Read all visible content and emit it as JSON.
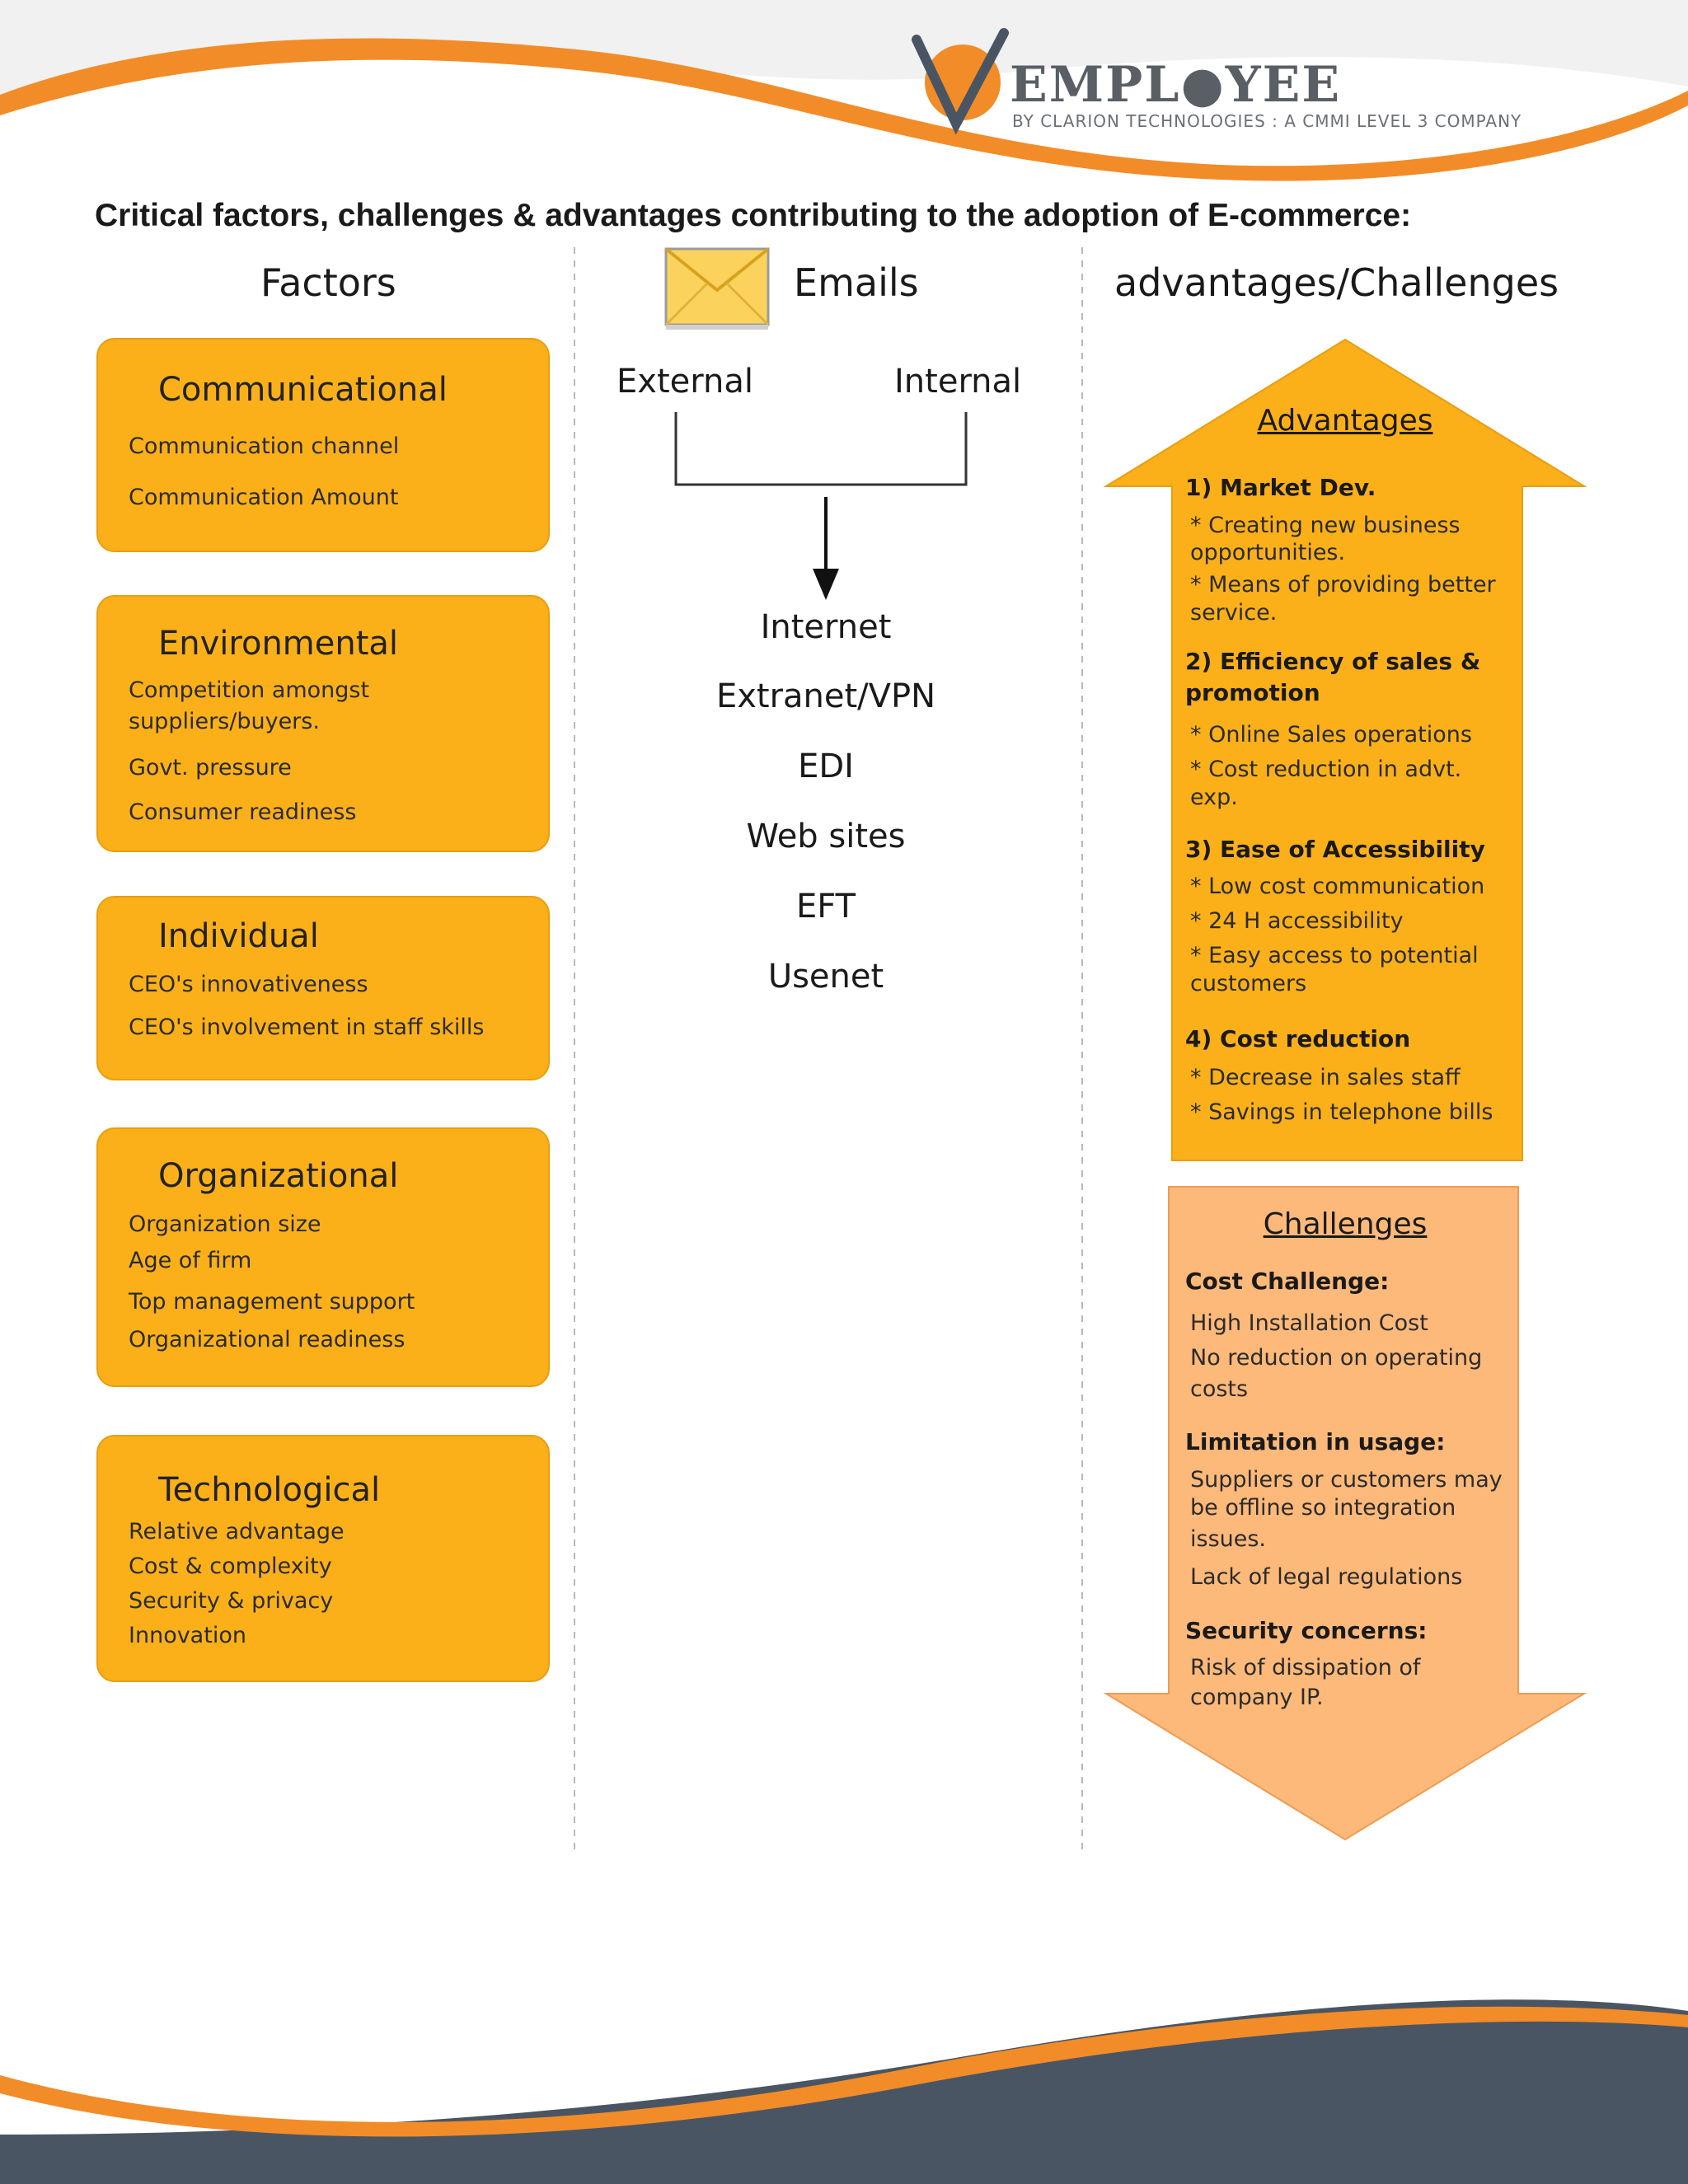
{
  "header": {
    "logo_text": "EMPL●YEE",
    "logo_tagline": "BY CLARION TECHNOLOGIES : A CMMI LEVEL 3 COMPANY"
  },
  "title": "Critical factors, challenges & advantages contributing to the adoption of E-commerce:",
  "factors": {
    "heading": "Factors",
    "boxes": [
      {
        "title": "Communicational",
        "items": [
          "Communication channel",
          "Communication Amount"
        ]
      },
      {
        "title": "Environmental",
        "items": [
          "Competition amongst",
          "suppliers/buyers.",
          "Govt. pressure",
          "Consumer readiness"
        ]
      },
      {
        "title": "Individual",
        "items": [
          "CEO's innovativeness",
          "CEO's involvement in staff skills"
        ]
      },
      {
        "title": "Organizational",
        "items": [
          "Organization size",
          "Age of firm",
          "Top management support",
          "Organizational readiness"
        ]
      },
      {
        "title": "Technological",
        "items": [
          "Relative advantage",
          "Cost & complexity",
          "Security & privacy",
          "Innovation"
        ]
      }
    ]
  },
  "emails": {
    "heading": "Emails",
    "external_label": "External",
    "internal_label": "Internal",
    "channels": [
      "Internet",
      "Extranet/VPN",
      "EDI",
      "Web sites",
      "EFT",
      "Usenet"
    ]
  },
  "adv_challenges": {
    "heading": "advantages/Challenges",
    "advantages_title": "Advantages",
    "advantages": [
      {
        "title": "1) Market Dev.",
        "lines": [
          "* Creating new business",
          "opportunities.",
          "* Means of providing better",
          "service."
        ]
      },
      {
        "title_lines": [
          "2) Efficiency of sales &",
          "promotion"
        ],
        "lines": [
          "* Online Sales operations",
          "* Cost reduction in advt.",
          "exp."
        ]
      },
      {
        "title": "3) Ease of Accessibility",
        "lines": [
          "* Low cost communication",
          "* 24 H accessibility",
          "* Easy access to potential",
          "customers"
        ]
      },
      {
        "title": "4) Cost reduction",
        "lines": [
          "* Decrease in sales staff",
          "* Savings in telephone bills"
        ]
      }
    ],
    "challenges_title": "Challenges",
    "challenges": [
      {
        "title": "Cost Challenge:",
        "lines": [
          "High Installation Cost",
          "No reduction on operating",
          "costs"
        ]
      },
      {
        "title": "Limitation in usage:",
        "lines": [
          "Suppliers or customers may",
          "be offline so integration",
          "issues.",
          "Lack of legal regulations"
        ]
      },
      {
        "title": "Security concerns:",
        "lines": [
          "Risk of dissipation of",
          "company IP."
        ]
      }
    ]
  },
  "colors": {
    "factor_box": "#fbb01a",
    "advantage_arrow": "#fbb01a",
    "challenge_arrow": "#fdb97a",
    "wave_orange": "#f28c28",
    "wave_dark": "#4a5563"
  }
}
